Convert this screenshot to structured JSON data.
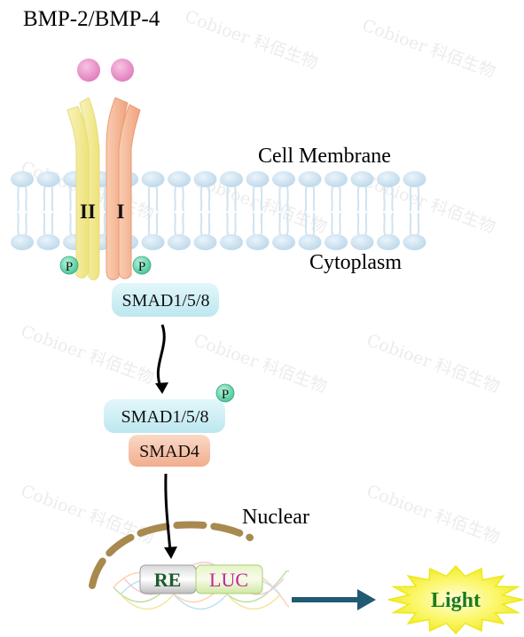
{
  "title": "BMP-2/BMP-4",
  "labels": {
    "membrane": "Cell Membrane",
    "cytoplasm": "Cytoplasm",
    "nuclear": "Nuclear"
  },
  "receptors": {
    "type2": "II",
    "type1": "I",
    "phospho": "P"
  },
  "smads": {
    "smad158": "SMAD1/5/8",
    "smad158_active": "SMAD1/5/8",
    "smad4": "SMAD4"
  },
  "reporter": {
    "re": "RE",
    "luc": "LUC",
    "output": "Light"
  },
  "watermark": "Cobioer 科佰生物",
  "colors": {
    "ligand": "#e58bc5",
    "receptor_ii": "#f2ec9a",
    "receptor_i": "#f4b393",
    "phospho": "#5fd0a6",
    "smad158": "#cfeff4",
    "smad4": "#f6c0a6",
    "membrane": "#cfe3f0",
    "nucleus": "#a88a4e",
    "arrow": "#215a73",
    "light": "#f5f234",
    "light_text": "#1c7b1c",
    "luc_text": "#c0249d",
    "re_text": "#1f5a2e"
  }
}
